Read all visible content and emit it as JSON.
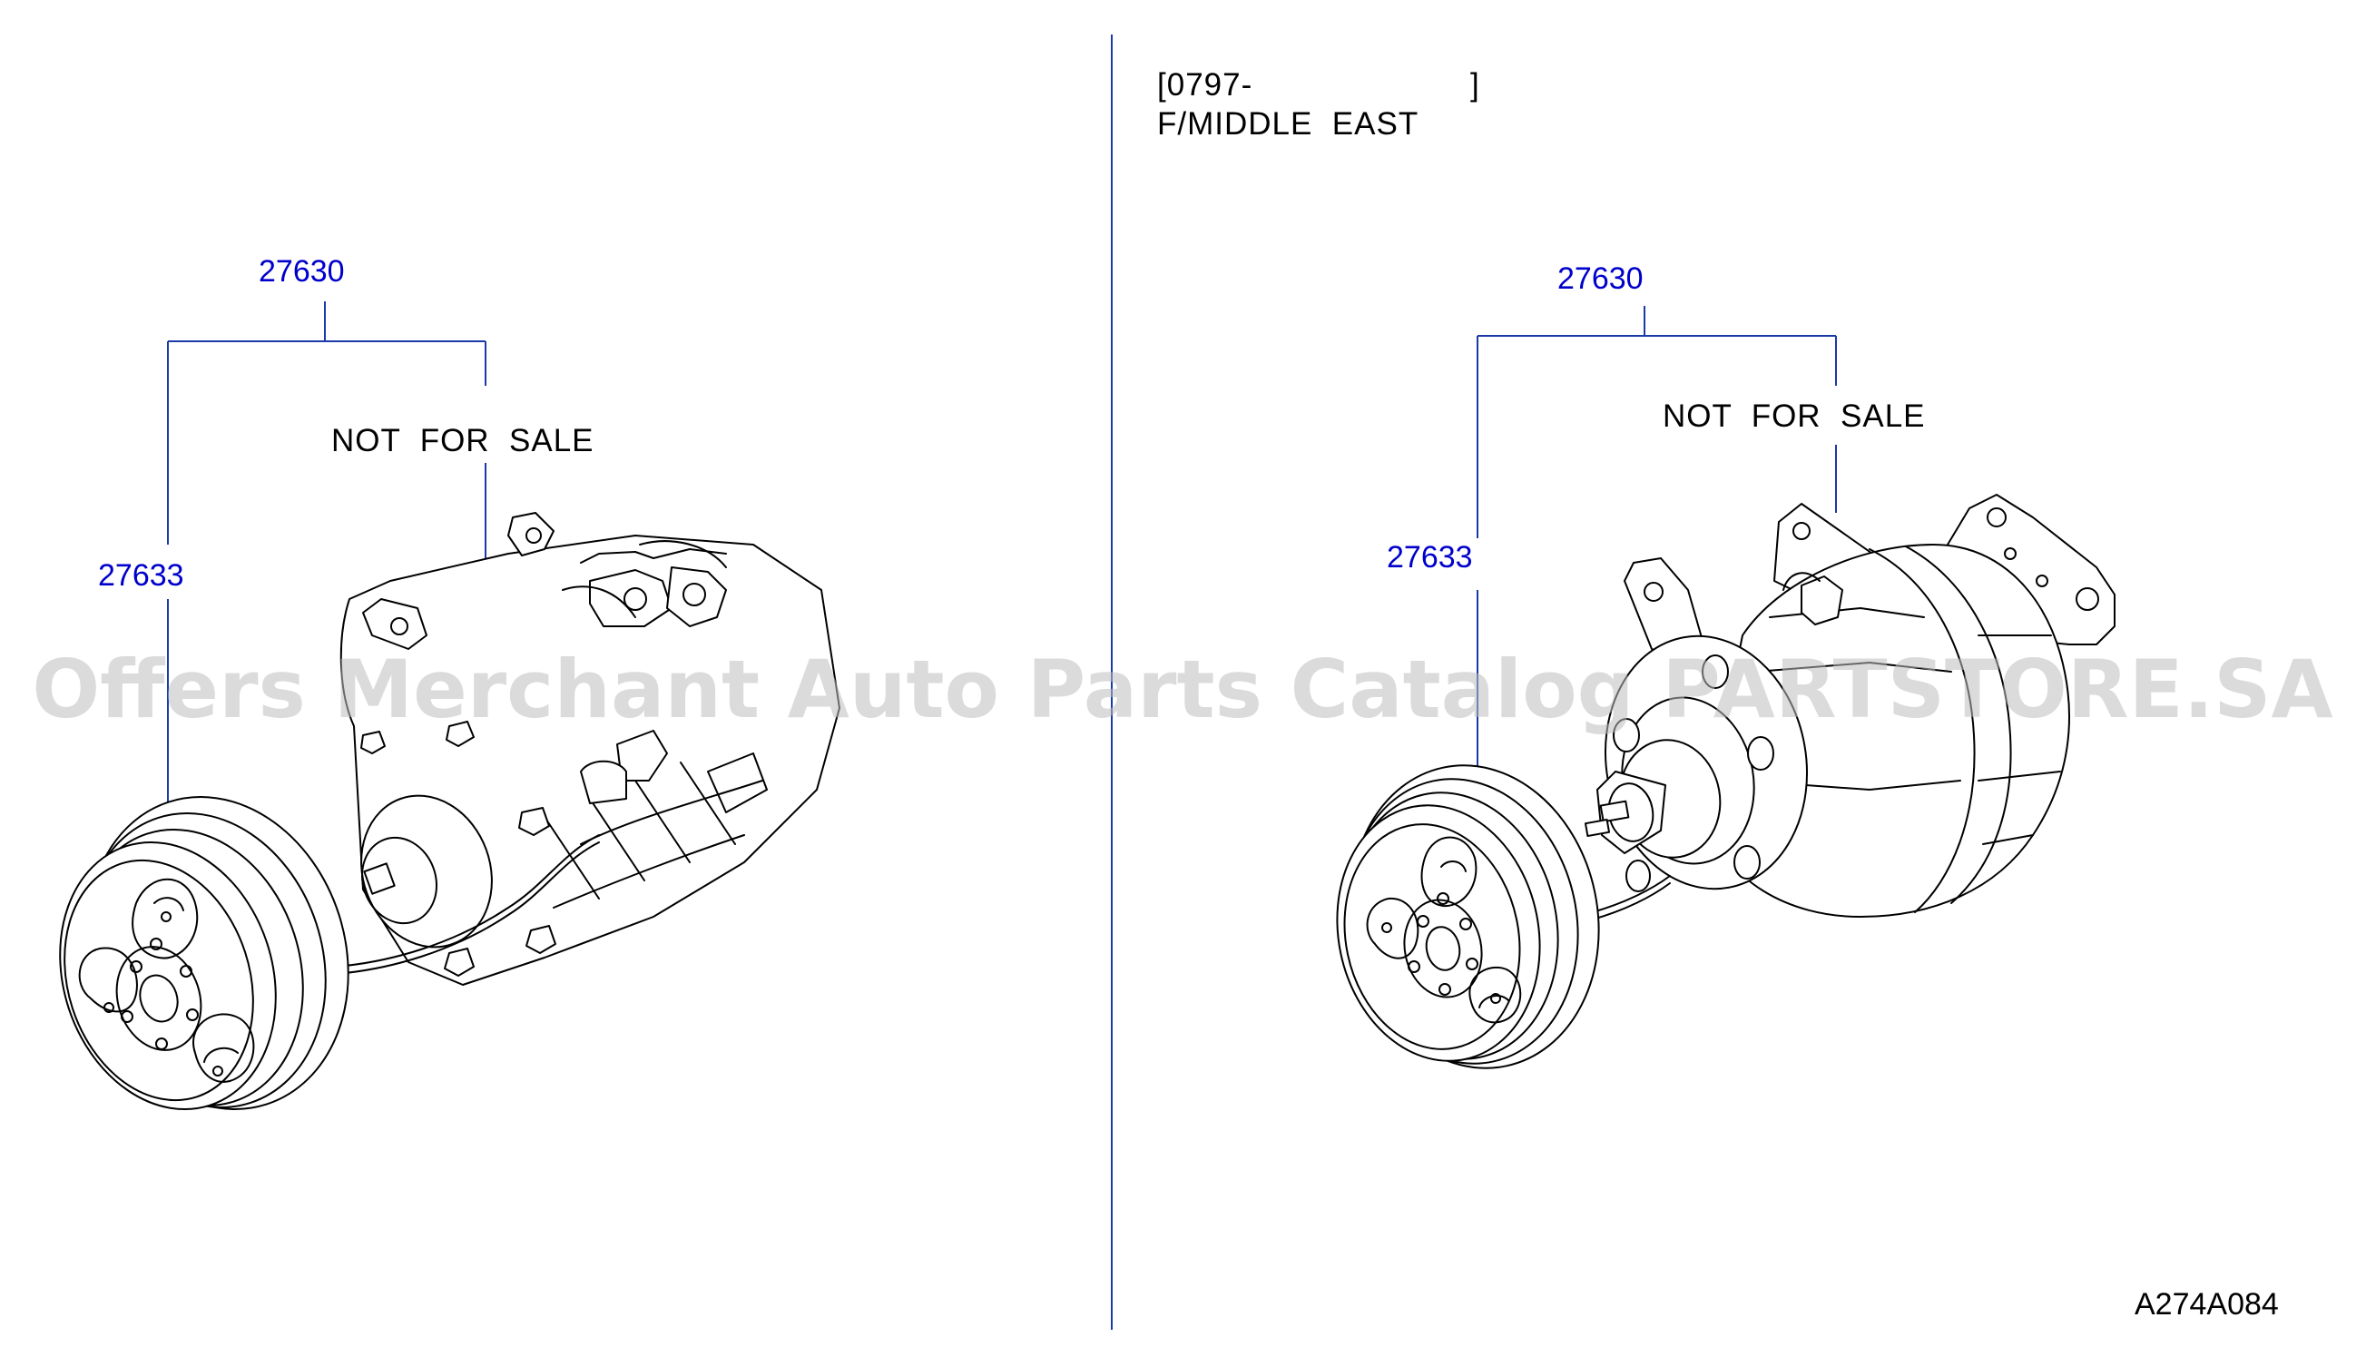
{
  "left_panel": {
    "assembly_part": "27630",
    "clutch_part": "27633",
    "note": "NOT  FOR  SALE"
  },
  "right_panel": {
    "range_open": "[0797-",
    "range_close": "]",
    "region": "F/MIDDLE  EAST",
    "assembly_part": "27630",
    "clutch_part": "27633",
    "note": "NOT  FOR  SALE"
  },
  "watermark": "Offers Merchant Auto Parts Catalog PARTSTORE.SA",
  "diagram_code": "A274A084",
  "colors": {
    "part_number": "#0000cc",
    "leader_line": "#1a3aa8",
    "drawing": "#000000",
    "watermark": "#bdbdbd"
  }
}
